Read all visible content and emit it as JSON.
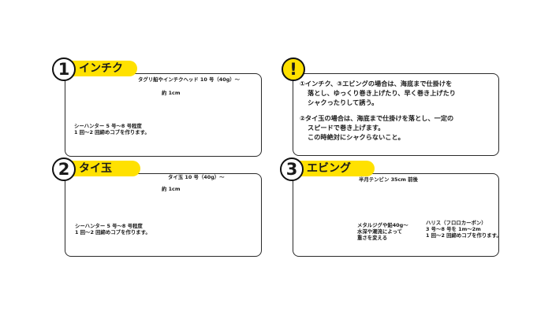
{
  "panel1": {
    "num": "1",
    "title": "インチク",
    "labels": {
      "head": "タグリ船やインチクヘッド 10 号（40g）～",
      "gap": "約 1cm",
      "line1": "シーハンター 5 号～8 号程度",
      "line2": "1 回～2 回締めコブを作ります。"
    }
  },
  "panel2": {
    "num": "2",
    "title": "タイ玉",
    "labels": {
      "weight": "タイ玉 10 号（40g）～",
      "gap": "約 1cm",
      "line1": "シーハンター 5 号～8 号程度",
      "line2": "1 回～2 回締めコブを作ります。"
    }
  },
  "panel3": {
    "num": "3",
    "title": "エビング",
    "labels": {
      "tenbin": "半月テンビン 35cm 前後",
      "leader_title": "ハリス（フロロカーボン）",
      "leader_spec": "3 号～8 号を 1m～2m",
      "leader_knot": "1 回～2 回締めコブを作ります。",
      "jig1": "メタルジグや鉛40g～",
      "jig2": "水深や潮流によって",
      "jig3": "重さを変える"
    }
  },
  "notice": {
    "mark": "!",
    "p1": [
      "①インチク、③エビングの場合は、海底まで仕掛けを",
      "落とし、ゆっくり巻き上げたり、早く巻き上げたり",
      "シャクったりして誘う。"
    ],
    "p2": [
      "②タイ玉の場合は、海底まで仕掛けを落とし、一定の",
      "スピードで巻き上げます。",
      "この時絶対にシャクらないこと。"
    ]
  },
  "colors": {
    "accent": "#ffe100",
    "lure_orange": "#f08a00",
    "bead_red": "#e60033"
  }
}
